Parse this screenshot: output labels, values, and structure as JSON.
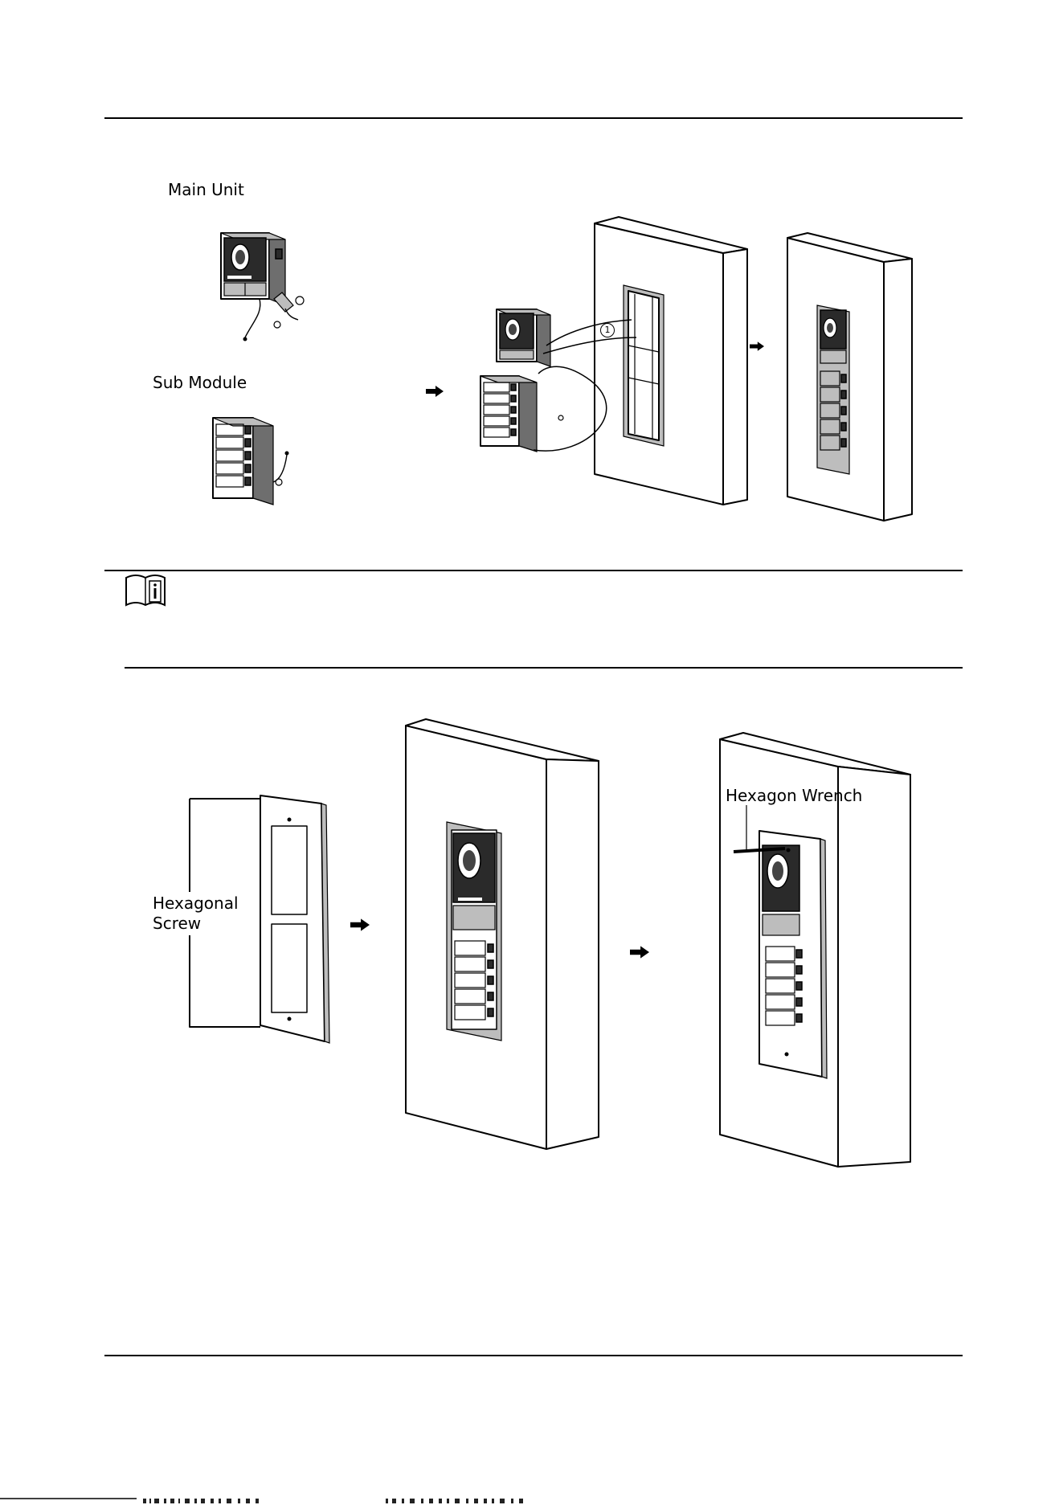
{
  "figure1": {
    "main_unit_label": "Main Unit",
    "sub_module_label": "Sub Module",
    "callout_number": "1"
  },
  "note": {
    "icon": "note-book-icon"
  },
  "figure2": {
    "hexagonal_screw_label": "Hexagonal\nScrew",
    "hexagon_wrench_label": "Hexagon Wrench"
  },
  "footer": {
    "garbled_text_image": "footer-garbled-text"
  }
}
